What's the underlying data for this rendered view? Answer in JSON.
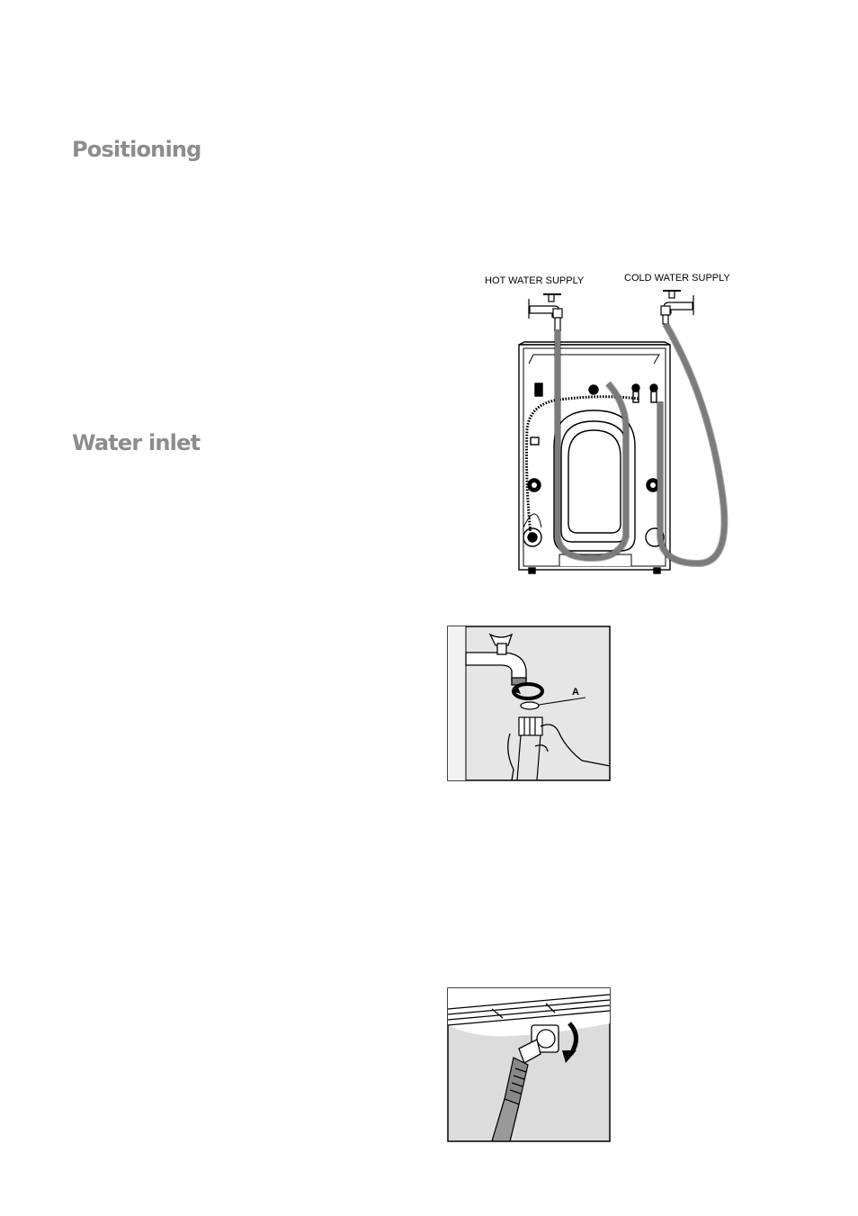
{
  "sections": {
    "positioning_heading": "Positioning",
    "water_inlet_heading": "Water inlet"
  },
  "figures": {
    "machine": {
      "hot_label": "HOT WATER SUPPLY",
      "cold_label": "COLD WATER SUPPLY"
    },
    "tap": {
      "callout_label": "A"
    }
  }
}
